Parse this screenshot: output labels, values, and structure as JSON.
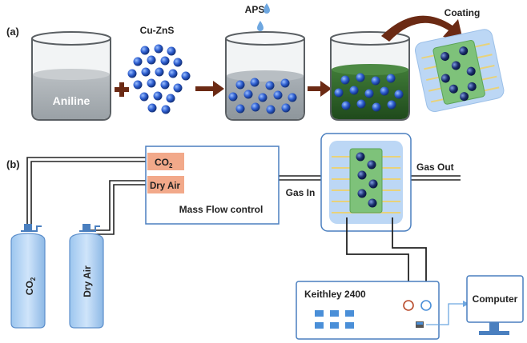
{
  "panel_a": {
    "label": "(a)",
    "aniline": "Aniline",
    "cuzns": "Cu-ZnS",
    "aps": "APS",
    "coating": "Coating"
  },
  "panel_b": {
    "label": "(b)",
    "co2_main": "CO",
    "co2_sub": "2",
    "dry_air": "Dry Air",
    "mfc": "Mass Flow control",
    "gas_in": "Gas In",
    "gas_out": "Gas Out",
    "cyl_co2_main": "CO",
    "cyl_co2_sub": "2",
    "cyl_dry_air": "Dry Air",
    "keithley": "Keithley 2400",
    "computer": "Computer"
  },
  "colors": {
    "particle": "#2f5fd0",
    "polymer_green": "#2e5e2a",
    "chamber_blue": "#bcd7f5",
    "mfc_orange": "#f2a98a",
    "arrow_brown": "#6b2a14",
    "keithley_blue": "#4a8fd8"
  }
}
